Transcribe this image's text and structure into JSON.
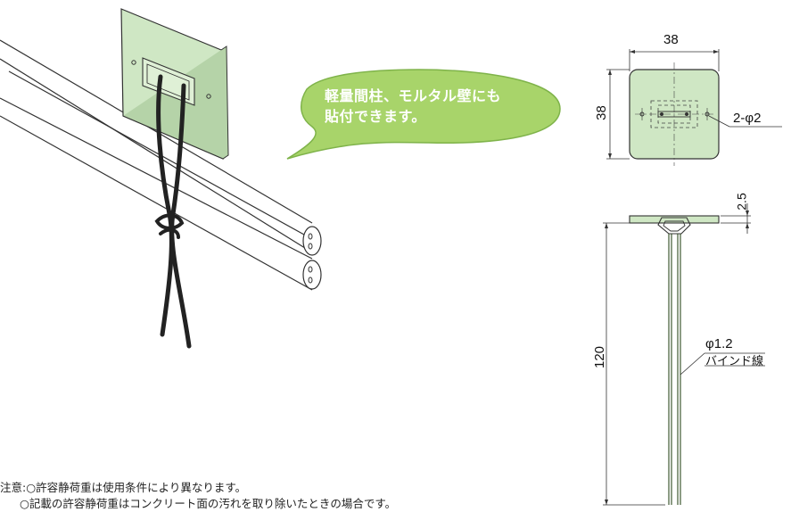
{
  "bubble": {
    "line1": "軽量間柱、モルタル壁にも",
    "line2": "貼付できます。"
  },
  "drawing": {
    "width_label": "38",
    "height_label": "38",
    "hole_label": "2-φ2",
    "plate_thickness_label": "2.5",
    "wire_length_label": "120",
    "wire_diameter_label": "φ1.2",
    "wire_name_label": "バインド線"
  },
  "note": {
    "line1": "注意:○許容静荷重は使用条件により異なります。",
    "line2": "○記載の許容静荷重はコンクリート面の汚れを取り除いたときの場合です。"
  },
  "colors": {
    "plate_fill": "#cfe7c4",
    "bubble_fill": "#a8d46a",
    "wire": "#222222"
  }
}
